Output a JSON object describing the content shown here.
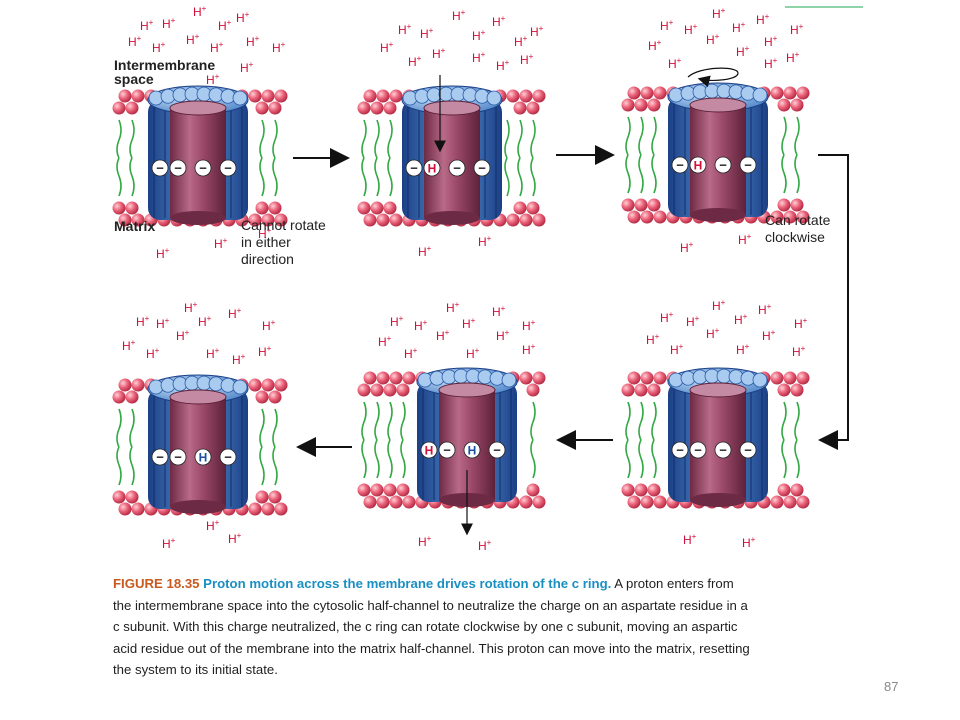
{
  "colors": {
    "proton": "#d0103a",
    "head": "#e0506a",
    "tail": "#33a845",
    "ring_dark": "#1f4fa0",
    "ring_light": "#6ea6df",
    "shaft": "#8a3b58",
    "title_orange": "#c85a1f",
    "title_blue": "#1a8fc2"
  },
  "labels": {
    "intermembrane_space": "Intermembrane\nspace",
    "matrix": "Matrix",
    "cannot_rotate": "Cannot rotate\nin either\ndirection",
    "can_rotate": "Can rotate\nclockwise",
    "proton": "H+",
    "neutral_H": "H",
    "neg_charge": "−"
  },
  "caption": {
    "figure": "FIGURE 18.35",
    "title": "Proton motion across the membrane drives rotation of the c ring.",
    "body": "A proton enters from the intermembrane space into the cytosolic half-channel to neutralize the charge on an aspartate residue in a c subunit. With this charge neutralized, the c ring can rotate clockwise by one c subunit, moving an aspartic acid residue out of the membrane into the matrix half-channel. This proton can move into the matrix, resetting the system to its initial state."
  },
  "page_number": "87",
  "panels": [
    {
      "id": "1",
      "residues": [
        "−",
        "−",
        "−",
        "−"
      ]
    },
    {
      "id": "2",
      "residues": [
        "−",
        "H",
        "−",
        "−"
      ]
    },
    {
      "id": "3",
      "residues": [
        "−",
        "H",
        "−",
        "−"
      ]
    },
    {
      "id": "4",
      "residues": [
        "−",
        "−",
        "H",
        "−"
      ]
    },
    {
      "id": "5",
      "residues": [
        "H",
        "−",
        "H",
        "−"
      ]
    },
    {
      "id": "6",
      "residues": [
        "−",
        "−",
        "−",
        "−"
      ]
    }
  ]
}
